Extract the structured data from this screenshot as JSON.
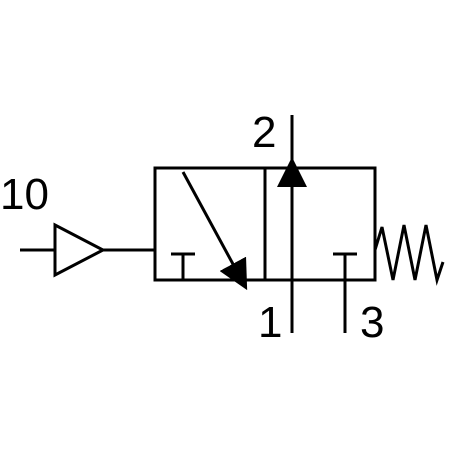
{
  "diagram": {
    "ports": {
      "outlet": "2",
      "supply": "1",
      "exhaust": "3",
      "pilot": "10"
    },
    "colors": {
      "line": "#000000",
      "background": "#ffffff"
    }
  }
}
